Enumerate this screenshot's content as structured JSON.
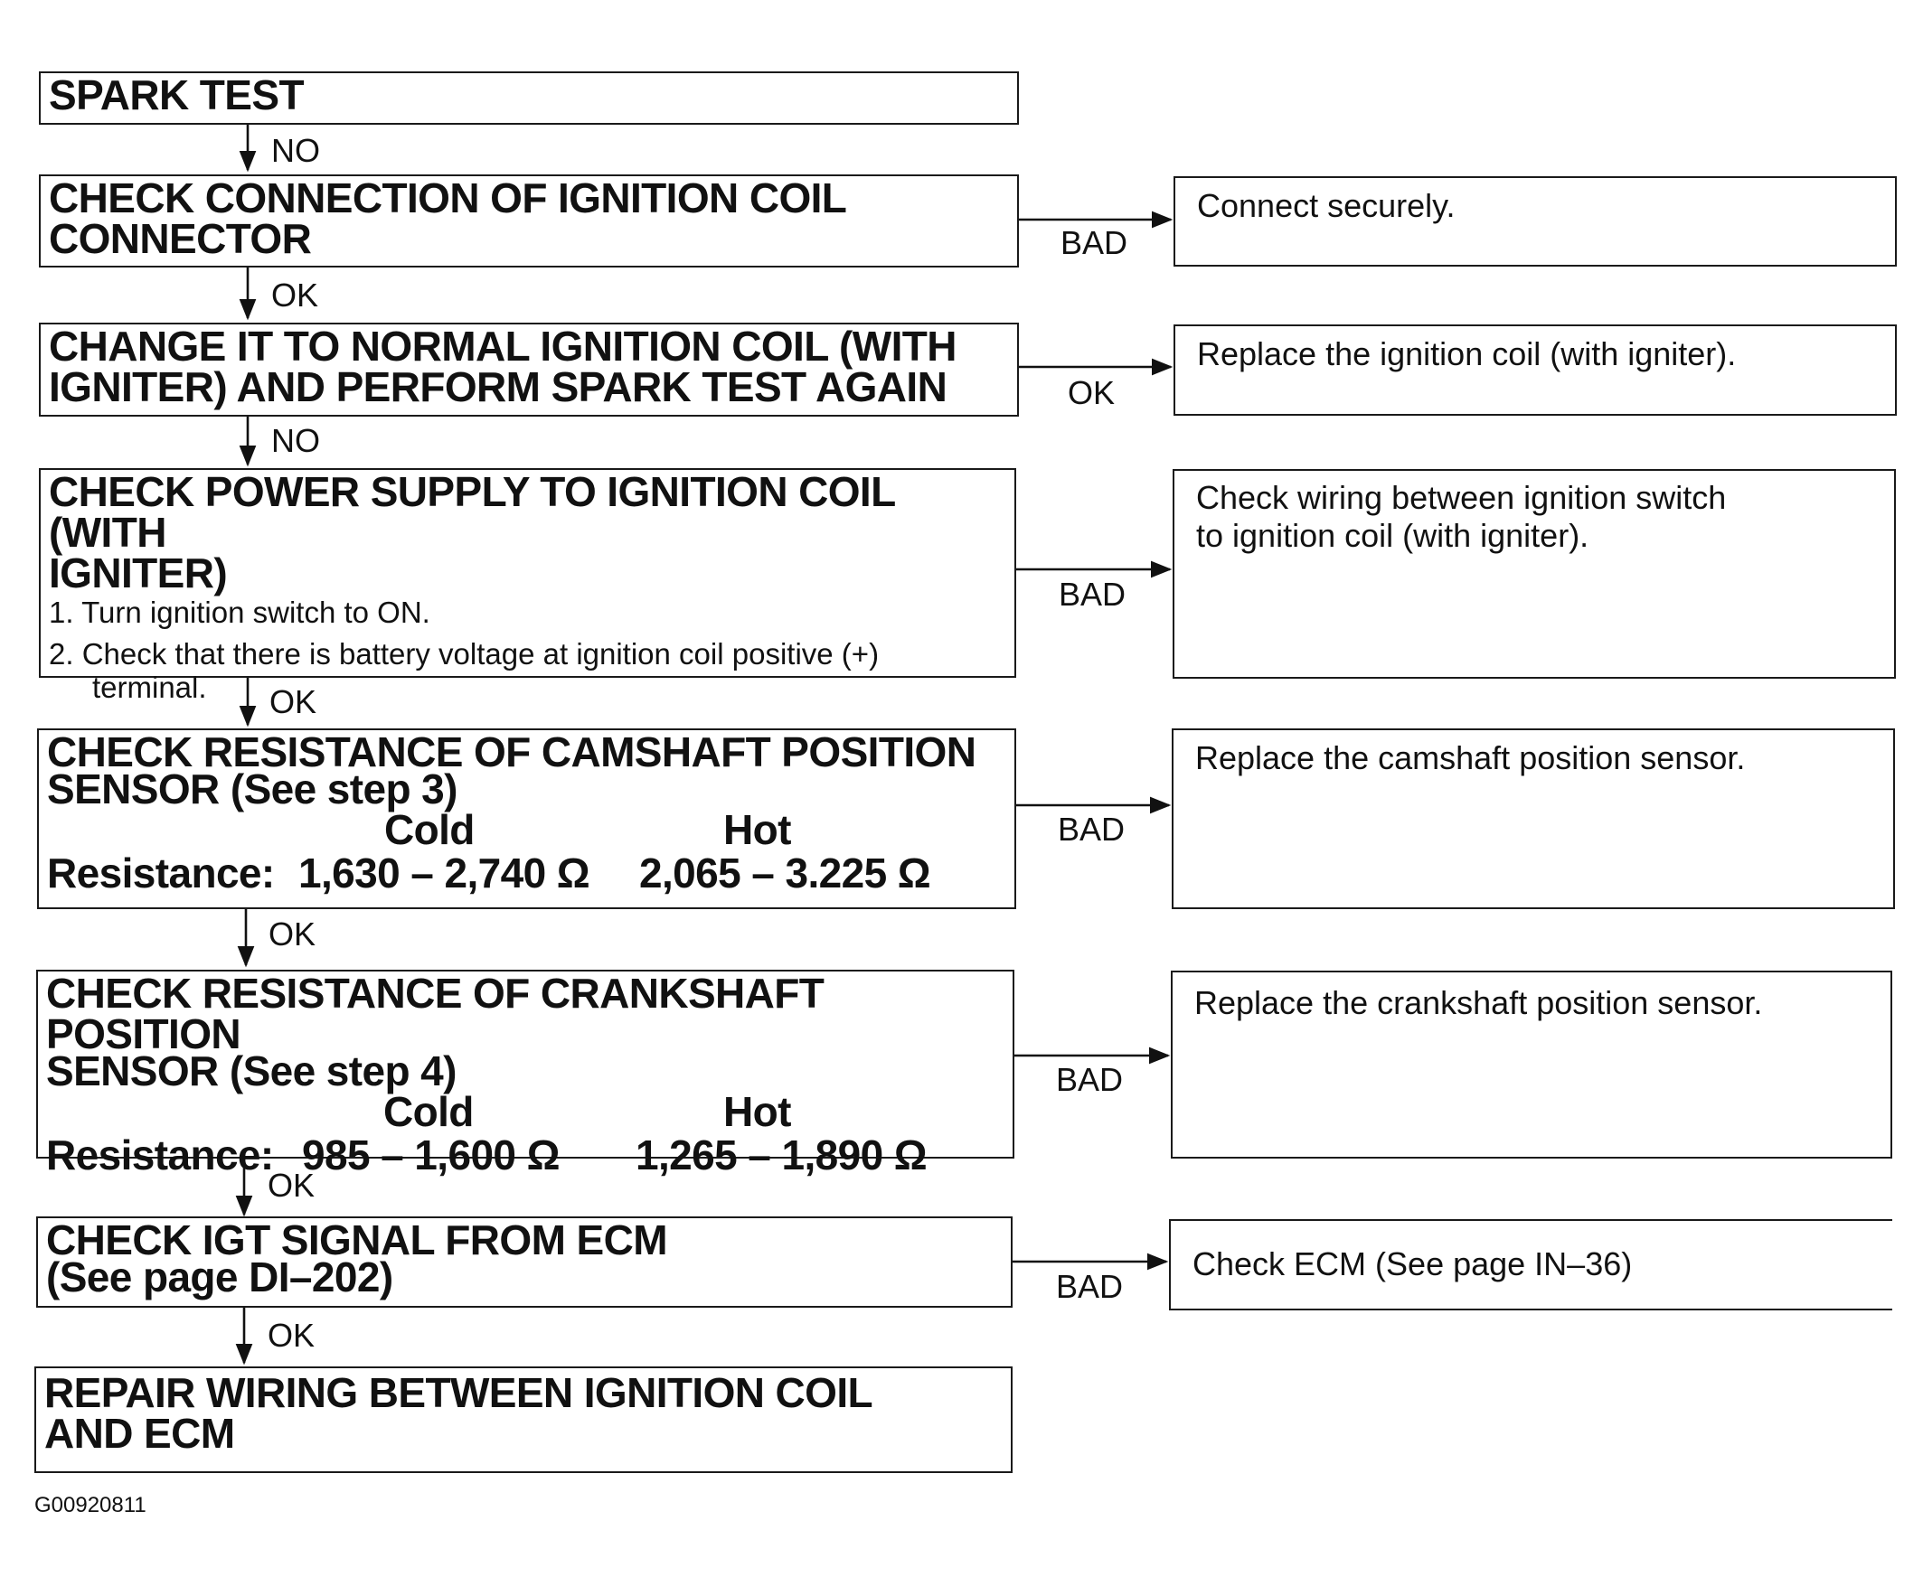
{
  "steps": [
    {
      "id": "spark-test",
      "title": [
        "SPARK TEST"
      ]
    },
    {
      "id": "check-connector",
      "title": [
        "CHECK CONNECTION OF IGNITION COIL",
        "CONNECTOR"
      ]
    },
    {
      "id": "change-coil",
      "title": [
        "CHANGE IT TO NORMAL IGNITION COIL (WITH",
        "IGNITER) AND PERFORM SPARK TEST AGAIN"
      ]
    },
    {
      "id": "check-power",
      "title": [
        "CHECK POWER SUPPLY TO IGNITION COIL (WITH",
        "IGNITER)"
      ],
      "substeps": [
        "1. Turn ignition switch to ON.",
        "2. Check that there is battery voltage at ignition coil positive (+)",
        "terminal."
      ]
    },
    {
      "id": "check-camshaft",
      "title": [
        "CHECK RESISTANCE OF CAMSHAFT POSITION",
        "SENSOR (See step 3)"
      ],
      "col_cold": "Cold",
      "col_hot": "Hot",
      "resistance_label": "Resistance:",
      "cold_value": "1,630 – 2,740 Ω",
      "hot_value": "2,065 – 3.225 Ω"
    },
    {
      "id": "check-crankshaft",
      "title": [
        "CHECK RESISTANCE OF CRANKSHAFT POSITION",
        "SENSOR (See step 4)"
      ],
      "col_cold": "Cold",
      "col_hot": "Hot",
      "resistance_label": "Resistance:",
      "cold_value": "985 – 1,600 Ω",
      "hot_value": "1,265 – 1,890 Ω"
    },
    {
      "id": "check-igt",
      "title": [
        "CHECK IGT SIGNAL FROM ECM",
        "(See page DI–202)"
      ]
    },
    {
      "id": "repair-wiring",
      "title": [
        "REPAIR WIRING BETWEEN IGNITION COIL",
        "AND ECM"
      ]
    }
  ],
  "down_labels": [
    "NO",
    "OK",
    "NO",
    "OK",
    "OK",
    "OK",
    "OK"
  ],
  "side_labels": [
    "BAD",
    "OK",
    "BAD",
    "BAD",
    "BAD",
    "BAD"
  ],
  "results": [
    [
      "Connect securely."
    ],
    [
      "Replace the ignition coil (with igniter)."
    ],
    [
      "Check wiring between ignition switch",
      "to ignition coil (with igniter)."
    ],
    [
      "Replace the camshaft position sensor."
    ],
    [
      "Replace the crankshaft position sensor."
    ],
    [
      "Check ECM (See page IN–36)"
    ]
  ],
  "figure_id": "G00920811"
}
